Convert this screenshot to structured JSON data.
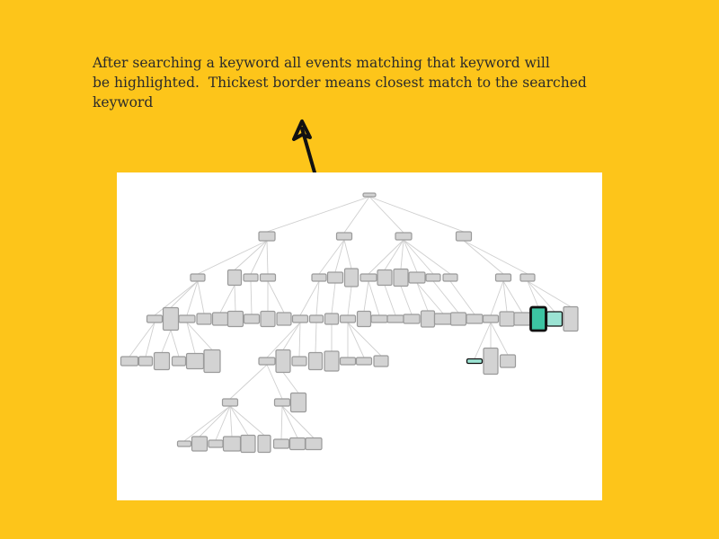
{
  "caption": {
    "text": "After searching a keyword all events matching that keyword will\nbe highlighted.  Thickest border means closest match to the searched\nkeyword"
  },
  "colors": {
    "background": "#FDC51A",
    "panel": "#FFFFFF",
    "node_fill": "#D3D3D3",
    "node_stroke": "#9A9A9A",
    "edge": "#CFCFCF",
    "match_strong": "#3CC4A2",
    "match_weak": "#9BE3D3",
    "match_border": "#111111",
    "arrow": "#111111"
  },
  "tree": {
    "highlighted_matches": [
      {
        "node": "best-match",
        "border": "thickest"
      },
      {
        "node": "match-2",
        "border": "thin"
      },
      {
        "node": "match-3",
        "border": "thin"
      }
    ]
  }
}
